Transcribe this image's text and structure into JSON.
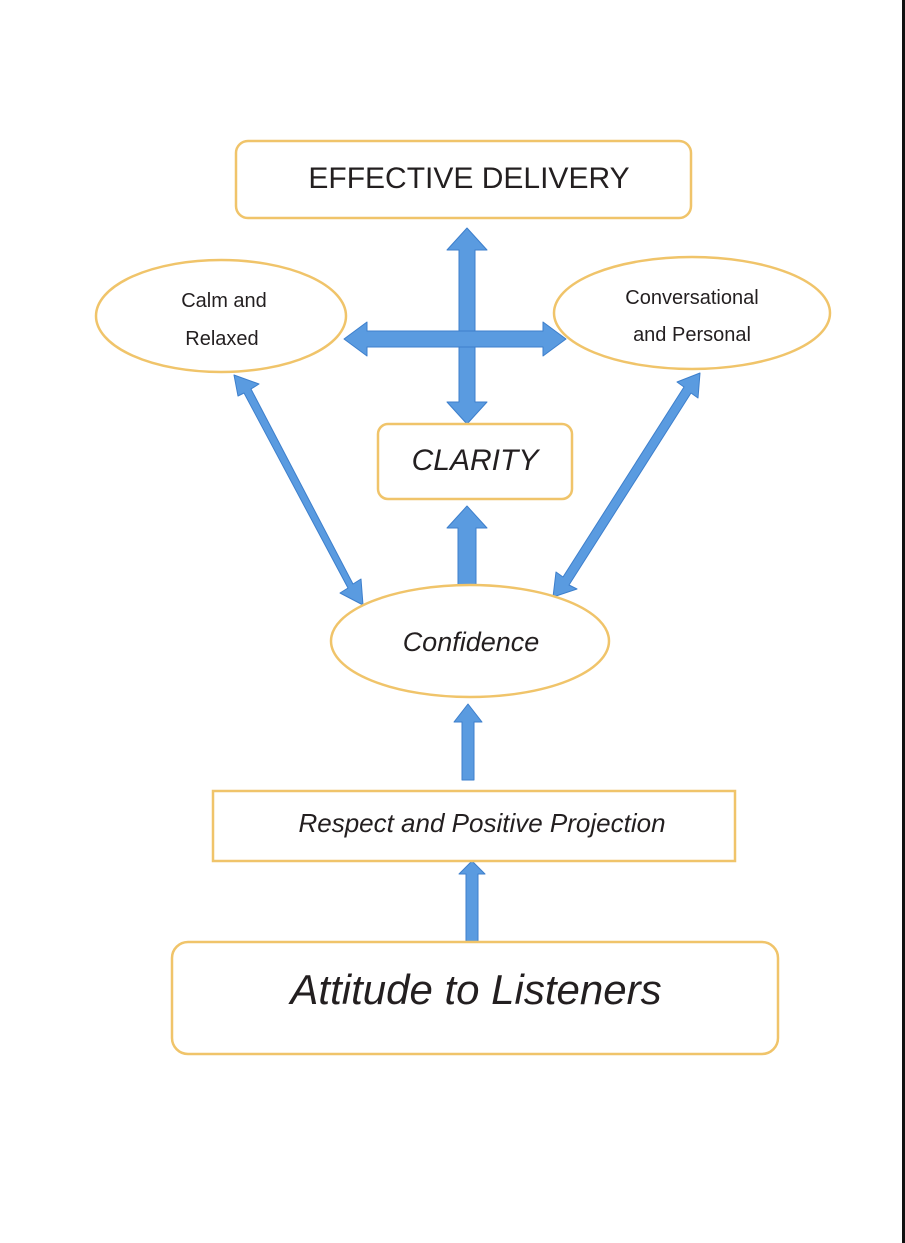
{
  "diagram": {
    "type": "flow",
    "colors": {
      "node_border": "#f0c46a",
      "arrow_fill": "#5a9be0",
      "arrow_stroke": "#3d7fcc",
      "text": "#231f20",
      "background": "#ffffff"
    },
    "nodes": {
      "effective_delivery": {
        "label": "EFFECTIVE DELIVERY",
        "shape": "rounded-rect"
      },
      "calm_relaxed": {
        "line1": "Calm and",
        "line2": "Relaxed",
        "shape": "ellipse"
      },
      "conversational_personal": {
        "line1": "Conversational",
        "line2": "and Personal",
        "shape": "ellipse"
      },
      "clarity": {
        "label": "CLARITY",
        "shape": "rounded-rect"
      },
      "confidence": {
        "label": "Confidence",
        "shape": "ellipse"
      },
      "respect_projection": {
        "label": "Respect and Positive Projection",
        "shape": "rect"
      },
      "attitude_listeners": {
        "label": "Attitude to Listeners",
        "shape": "rounded-rect"
      }
    },
    "edges": [
      {
        "from": "clarity",
        "to": "effective_delivery",
        "direction": "both"
      },
      {
        "from": "calm_relaxed",
        "to": "conversational_personal",
        "direction": "both"
      },
      {
        "from": "calm_relaxed",
        "to": "confidence",
        "direction": "both"
      },
      {
        "from": "conversational_personal",
        "to": "confidence",
        "direction": "both"
      },
      {
        "from": "confidence",
        "to": "clarity",
        "direction": "forward"
      },
      {
        "from": "respect_projection",
        "to": "confidence",
        "direction": "forward"
      },
      {
        "from": "attitude_listeners",
        "to": "respect_projection",
        "direction": "forward"
      }
    ]
  }
}
